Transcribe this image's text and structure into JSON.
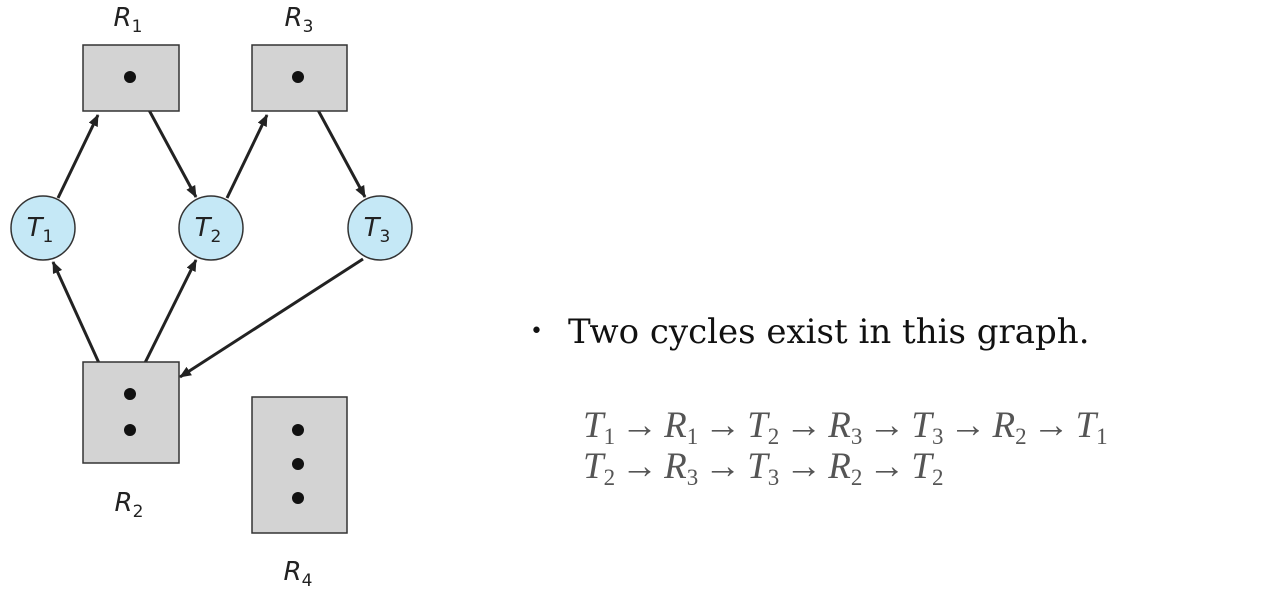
{
  "nodes": {
    "resources": [
      {
        "id": "R1",
        "letter": "R",
        "sub": "1",
        "instances": 1
      },
      {
        "id": "R2",
        "letter": "R",
        "sub": "2",
        "instances": 2
      },
      {
        "id": "R3",
        "letter": "R",
        "sub": "3",
        "instances": 1
      },
      {
        "id": "R4",
        "letter": "R",
        "sub": "4",
        "instances": 3
      }
    ],
    "threads": [
      {
        "id": "T1",
        "letter": "T",
        "sub": "1"
      },
      {
        "id": "T2",
        "letter": "T",
        "sub": "2"
      },
      {
        "id": "T3",
        "letter": "T",
        "sub": "3"
      }
    ]
  },
  "edges": [
    {
      "from": "T1",
      "to": "R1",
      "kind": "request"
    },
    {
      "from": "R1",
      "to": "T2",
      "kind": "assignment"
    },
    {
      "from": "T2",
      "to": "R3",
      "kind": "request"
    },
    {
      "from": "R3",
      "to": "T3",
      "kind": "assignment"
    },
    {
      "from": "T3",
      "to": "R2",
      "kind": "request"
    },
    {
      "from": "R2",
      "to": "T1",
      "kind": "assignment"
    },
    {
      "from": "R2",
      "to": "T2",
      "kind": "assignment"
    }
  ],
  "colors": {
    "resource_fill": "#d3d3d3",
    "thread_fill": "#c5e8f6",
    "line": "#222222"
  },
  "text": {
    "bullet": "Two cycles exist in this graph.",
    "cycles": [
      [
        {
          "l": "T",
          "s": "1"
        },
        {
          "l": "R",
          "s": "1"
        },
        {
          "l": "T",
          "s": "2"
        },
        {
          "l": "R",
          "s": "3"
        },
        {
          "l": "T",
          "s": "3"
        },
        {
          "l": "R",
          "s": "2"
        },
        {
          "l": "T",
          "s": "1"
        }
      ],
      [
        {
          "l": "T",
          "s": "2"
        },
        {
          "l": "R",
          "s": "3"
        },
        {
          "l": "T",
          "s": "3"
        },
        {
          "l": "R",
          "s": "2"
        },
        {
          "l": "T",
          "s": "2"
        }
      ]
    ],
    "arrow": "→"
  }
}
